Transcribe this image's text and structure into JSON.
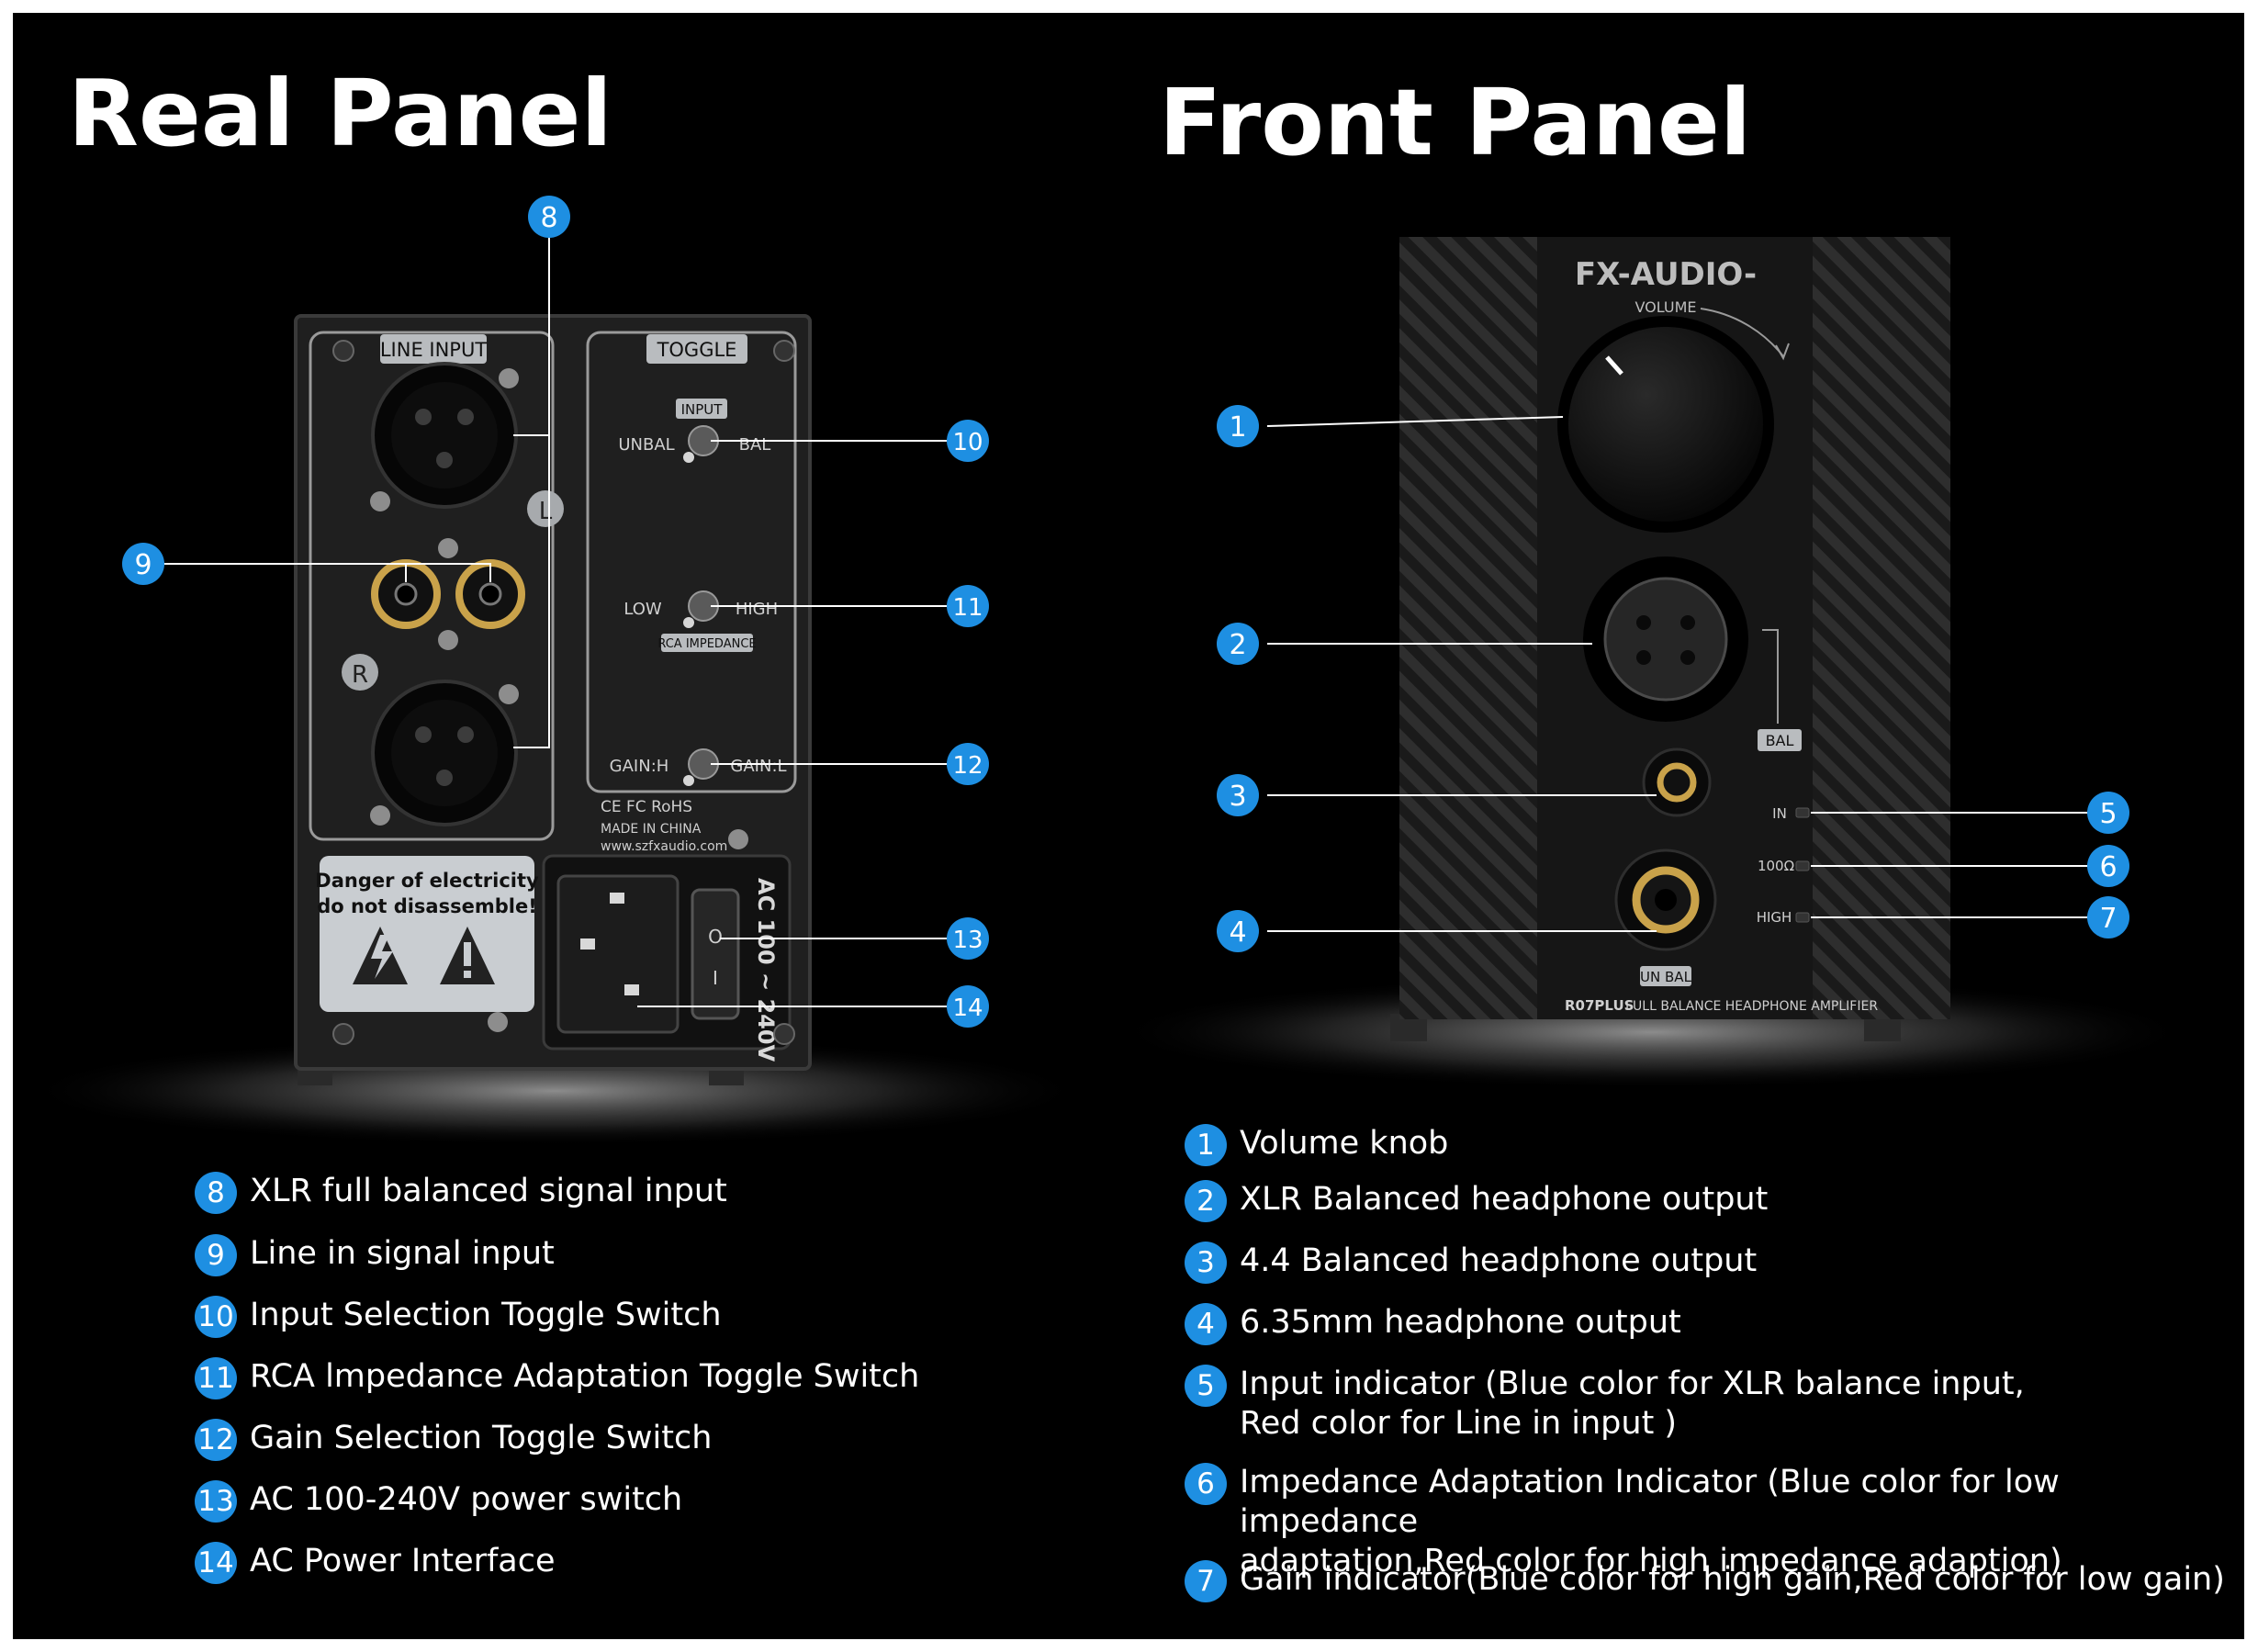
{
  "titles": {
    "rear": "Real Panel",
    "front": "Front Panel"
  },
  "colors": {
    "accent": "#1e8fe2",
    "background": "#000000",
    "panel": "#1e1e1e",
    "label_box": "#b9bcbf",
    "gold": "#c9a24a"
  },
  "rear_device": {
    "line_input_label": "LINE INPUT",
    "toggle_label": "TOGGLE",
    "input_group_label": "INPUT",
    "unbal": "UNBAL",
    "bal": "BAL",
    "low": "LOW",
    "high": "HIGH",
    "rca_impedance": "RCA IMPEDANCE",
    "gain_h": "GAIN:H",
    "gain_l": "GAIN:L",
    "left_channel": "L",
    "right_channel": "R",
    "certifications": "CE FC RoHS",
    "made_in": "MADE IN CHINA",
    "website": "www.szfxaudio.com",
    "warning_line1": "Danger of electricity",
    "warning_line2": "do not disassemble!",
    "ac_label": "AC 100 ~ 240V",
    "switch_on": "O",
    "switch_off": "I"
  },
  "front_device": {
    "brand": "FX-AUDIO-",
    "volume_label": "VOLUME",
    "bal_label": "BAL",
    "unbal_label": "UN BAL",
    "ind_in": "IN",
    "ind_imp": "100Ω",
    "ind_high": "HIGH",
    "model": "R07PLUS",
    "product_desc": "FULL BALANCE HEADPHONE AMPLIFIER"
  },
  "callouts": {
    "rear": [
      "8",
      "9",
      "10",
      "11",
      "12",
      "13",
      "14"
    ],
    "front": [
      "1",
      "2",
      "3",
      "4",
      "5",
      "6",
      "7"
    ]
  },
  "legend_rear": [
    {
      "num": "8",
      "text": "XLR full balanced signal input"
    },
    {
      "num": "9",
      "text": "Line in signal input"
    },
    {
      "num": "10",
      "text": "Input Selection Toggle Switch"
    },
    {
      "num": "11",
      "text": "RCA lmpedance Adaptation Toggle Switch"
    },
    {
      "num": "12",
      "text": "Gain Selection Toggle Switch"
    },
    {
      "num": "13",
      "text": "AC 100-240V power switch"
    },
    {
      "num": "14",
      "text": "AC Power Interface"
    }
  ],
  "legend_front": [
    {
      "num": "1",
      "text": "Volume knob"
    },
    {
      "num": "2",
      "text": "XLR Balanced headphone output"
    },
    {
      "num": "3",
      "text": "4.4 Balanced headphone output"
    },
    {
      "num": "4",
      "text": "6.35mm headphone output"
    },
    {
      "num": "5",
      "text": "Input indicator (Blue color for XLR balance input,\nRed color for Line in input )"
    },
    {
      "num": "6",
      "text": "Impedance Adaptation Indicator (Blue color for low impedance\nadaptation,Red color for high impedance adaption)"
    },
    {
      "num": "7",
      "text": "Gain indicator(Blue color for high gain,Red color for low gain)"
    }
  ]
}
